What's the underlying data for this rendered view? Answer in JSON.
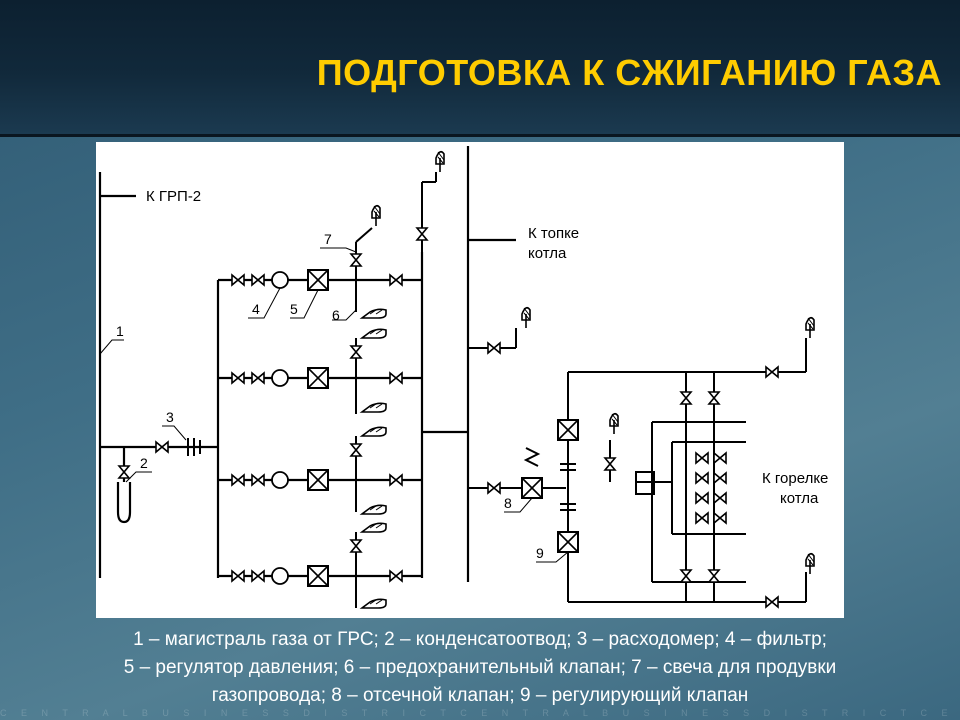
{
  "slide": {
    "title": "ПОДГОТОВКА К СЖИГАНИЮ ГАЗА"
  },
  "diagram": {
    "label_grp": "К ГРП-2",
    "label_furnace_1": "К топке",
    "label_furnace_2": "котла",
    "label_burner_1": "К горелке",
    "label_burner_2": "котла",
    "callouts": [
      "1",
      "2",
      "3",
      "4",
      "5",
      "6",
      "7",
      "8",
      "9"
    ]
  },
  "legend": {
    "line1": "1 – магистраль газа от ГРС; 2 – конденсатоотвод; 3 – расходомер; 4 – фильтр;",
    "line2": "5 – регулятор давления; 6 – предохранительный клапан; 7 – свеча для продувки",
    "line3": "газопровода; 8 – отсечной клапан; 9 – регулирующий клапан"
  },
  "footer": {
    "text": "C E N T R A L B U S I N E S S D I S T R I C T C E N T R A L B U S I N E S S D I S T R I C T C E N T R A"
  }
}
